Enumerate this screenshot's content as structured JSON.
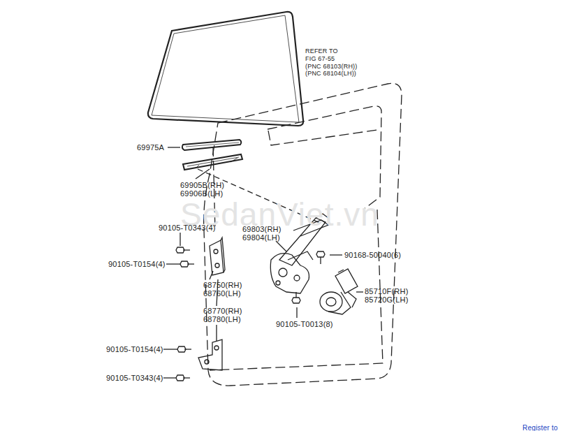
{
  "diagram": {
    "labels": [
      "REFER TO",
      "FIG 67-55",
      "(PNC 68103(RH))",
      "(PNC 68104(LH))",
      "69975A",
      "69905B(RH)",
      "69906B(LH)",
      "SedanViet.vn",
      "90105-T0343(4)",
      "69803(RH)",
      "69804(LH)",
      "90168-50040(6)",
      "90105-T0154(4)",
      "68750(RH)",
      "68760(LH)",
      "68770(RH)",
      "68780(LH)",
      "85710F(RH)",
      "85720G(LH)",
      "90105-T0013(8)",
      "90105-T0154(4)",
      "90105-T0343(4)",
      "Register to"
    ]
  }
}
